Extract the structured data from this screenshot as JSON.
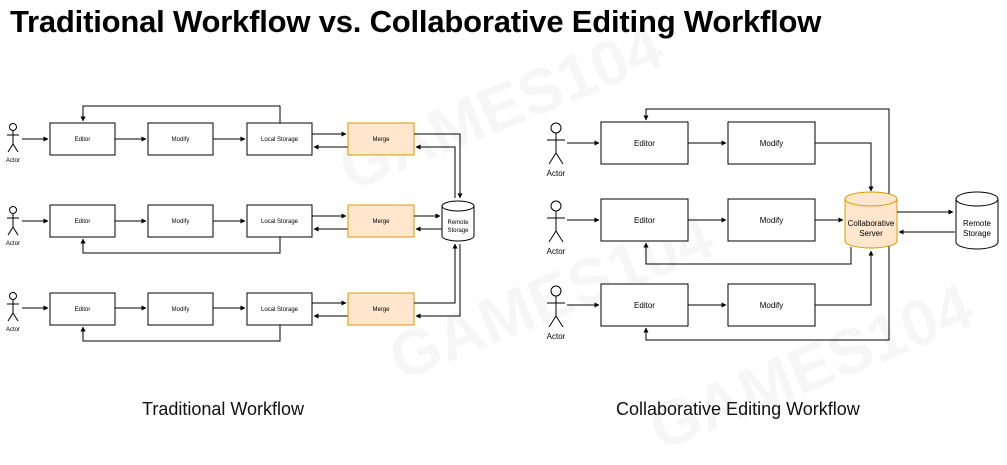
{
  "title": "Traditional Workflow vs. Collaborative Editing Workflow",
  "watermark": "GAMES104",
  "traditional": {
    "caption": "Traditional Workflow",
    "actor_label": "Actor",
    "editor_label": "Editor",
    "modify_label": "Modify",
    "storage_label": "Local Storage",
    "merge_label": "Merge",
    "remote_label_line1": "Remote",
    "remote_label_line2": "Storage"
  },
  "collaborative": {
    "caption": "Collaborative Editing Workflow",
    "actor_label": "Actor",
    "editor_label": "Editor",
    "modify_label": "Modify",
    "server_label_line1": "Collaborative",
    "server_label_line2": "Server",
    "remote_label_line1": "Remote",
    "remote_label_line2": "Storage"
  },
  "colors": {
    "stroke": "#000000",
    "merge_fill": "#ffe6cc",
    "merge_stroke": "#d79b00",
    "server_fill": "#ffe6cc",
    "server_stroke": "#d79b00"
  }
}
